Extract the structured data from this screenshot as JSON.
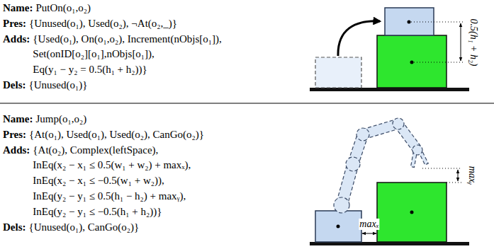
{
  "diagram": {
    "labels": [
      "Name:",
      "PutOn(o₁,o₂)",
      "Pres:",
      "{Unused(o₁), Used(o₂), ¬At(o₂,_)}",
      "Adds:",
      "{Used(o₁), On(o₁,o₂), Increment(nObjs[o₁]), Set(onID[o₂][o₁],nObjs[o₁]), Eq(y₁ − y₂ = 0.5(h₁ + h₂))}",
      "Dels:",
      "{Unused(o₁)}",
      "0.5(h₁ + h₂)",
      "Name:",
      "Jump(o₁,o₂)",
      "Pres:",
      "{At(o₁), Used(o₁), Used(o₂), CanGo(o₂)}",
      "Adds:",
      "{At(o₂), Complex(leftSpace), InEq(x₂ − x₁ ≤ 0.5(w₁ + w₂) + maxₓ), InEq(x₂ − x₁ ≤ −0.5(w₁ + w₂)), InEq(y₂ − y₁ ≤ 0.5(h₁ − h₂) + maxᵧ), InEq(y₂ − y₁ ≤ −0.5(h₁ + h₂))}",
      "Dels:",
      "{Unused(o₁), CanGo(o₂)}",
      "maxᵧ",
      "maxₓ"
    ]
  }
}
